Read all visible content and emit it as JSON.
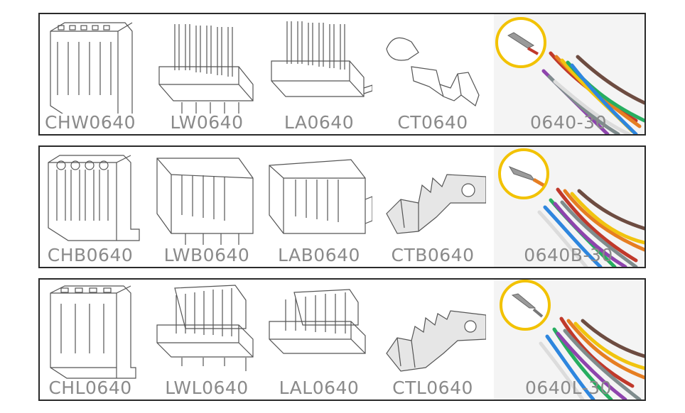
{
  "rows": [
    {
      "labels": [
        "CHW0640",
        "LW0640",
        "LA0640",
        "CT0640",
        "0640-30"
      ]
    },
    {
      "labels": [
        "CHB0640",
        "LWB0640",
        "LAB0640",
        "CTB0640",
        "0640B-30"
      ]
    },
    {
      "labels": [
        "CHL0640",
        "LWL0640",
        "LAL0640",
        "CTL0640",
        "0640L-30"
      ]
    }
  ],
  "colors": {
    "border": "#2a2a2a",
    "label": "#8a8a8a",
    "line_art": "#555555",
    "highlight_circle": "#f2c200",
    "wires": [
      "#c0392b",
      "#e67e22",
      "#f1c40f",
      "#27ae60",
      "#2e86de",
      "#8e44ad",
      "#7f8c8d",
      "#ecf0f1",
      "#6d4c41"
    ]
  }
}
